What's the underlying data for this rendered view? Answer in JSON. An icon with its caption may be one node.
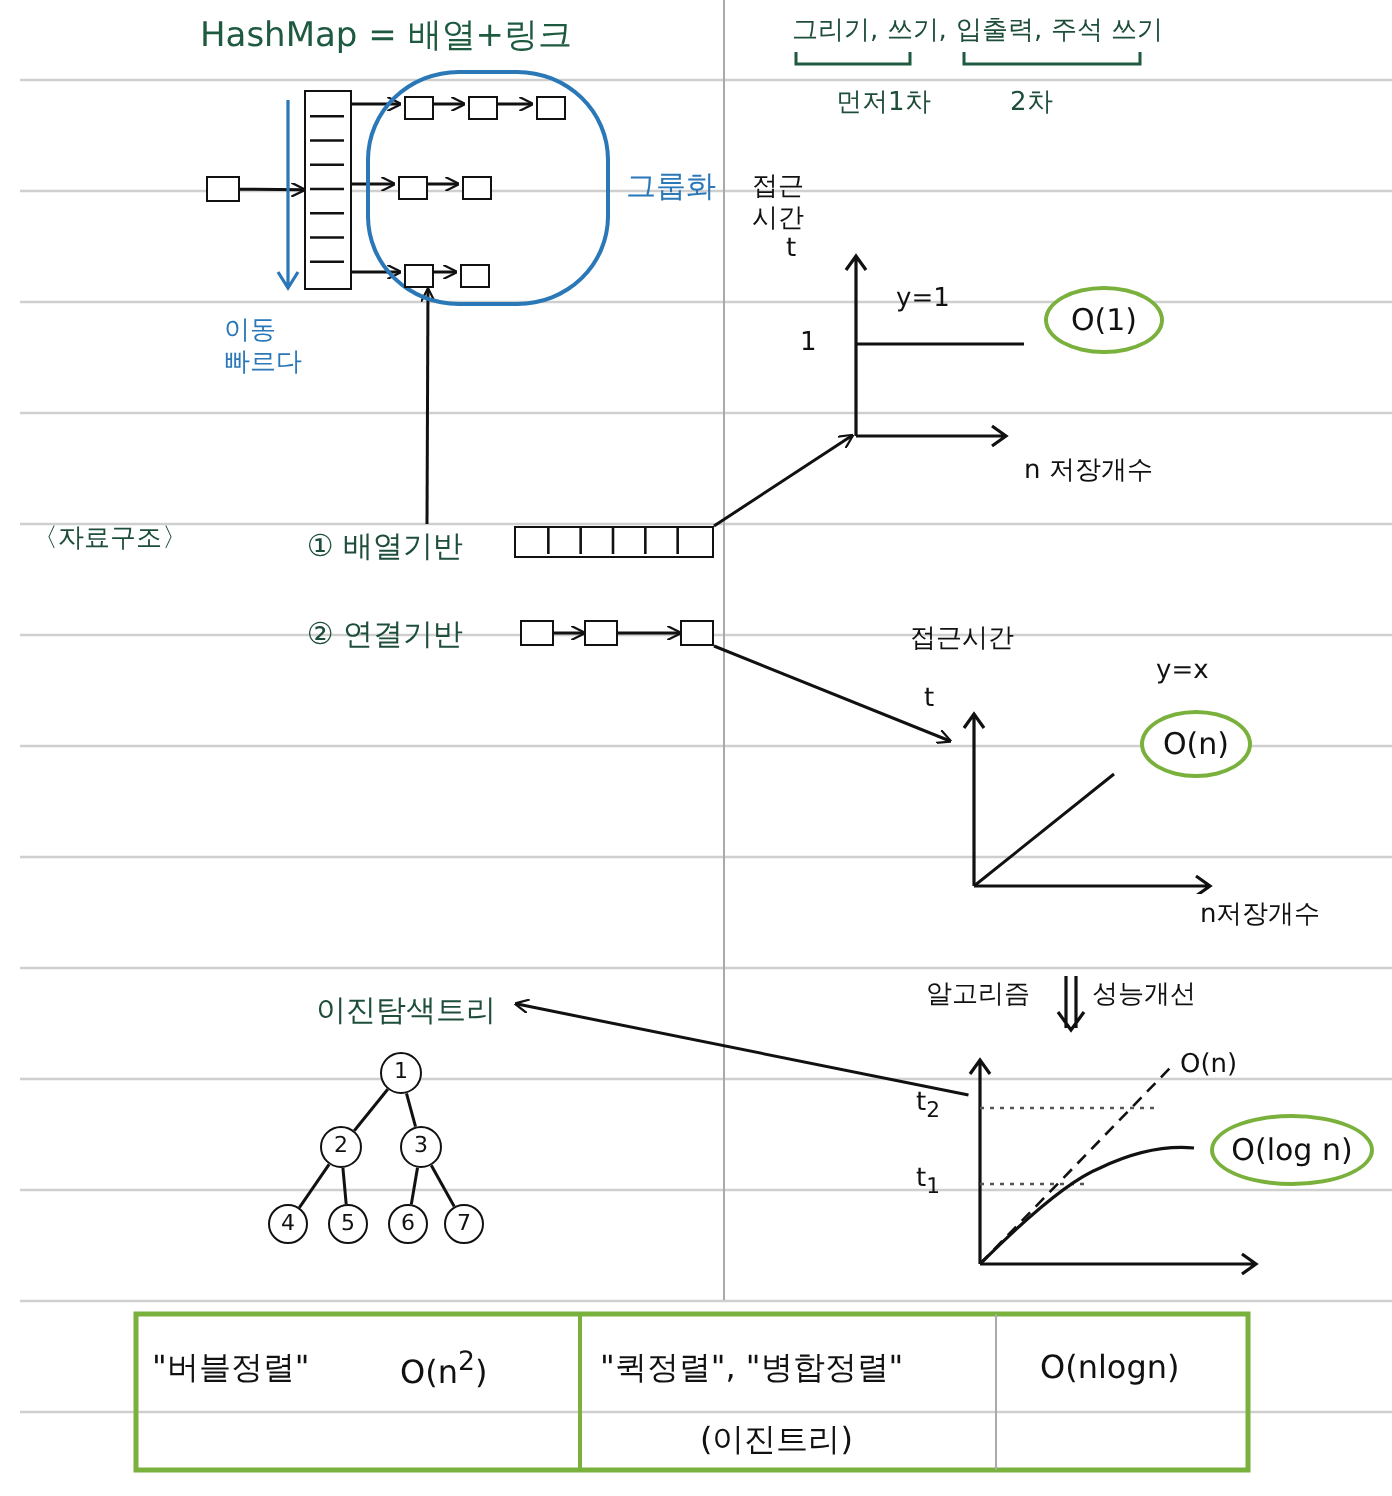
{
  "diagram": {
    "title": "HashMap = 배열+링크",
    "nodes": [
      {
        "text": [],
        "shape": "box"
      },
      {
        "text": [],
        "shape": "bar"
      },
      {
        "text": [
          "그룹화"
        ]
      },
      {
        "text": [],
        "shape": "box",
        "in": 2
      },
      {
        "text": [],
        "shape": "box",
        "in": 2
      },
      {
        "text": [],
        "shape": "box",
        "in": 2
      },
      {
        "text": [],
        "shape": "box",
        "in": 2
      },
      {
        "text": [],
        "shape": "box",
        "in": 2
      },
      {
        "text": [],
        "shape": "box",
        "in": 2
      },
      {
        "text": [],
        "shape": "box",
        "in": 2
      },
      {
        "text": [
          "① 배열기반"
        ]
      },
      {
        "text": [],
        "shape": "bar"
      },
      {
        "text": [
          "② 연결기반"
        ]
      },
      {
        "text": [],
        "shape": "box"
      },
      {
        "text": [],
        "shape": "box"
      },
      {
        "text": [],
        "shape": "box"
      },
      {
        "text": [],
        "shape": "picture"
      },
      {
        "text": [
          "O(1)"
        ],
        "in": 16
      },
      {
        "text": [],
        "shape": "picture"
      },
      {
        "text": [
          "O(n)"
        ],
        "in": 18
      },
      {
        "text": [],
        "shape": "picture"
      },
      {
        "text": [
          "O(log n)"
        ],
        "in": 20
      },
      {
        "text": [
          "이진탐색트리"
        ]
      },
      {
        "text": [
          "1"
        ]
      },
      {
        "text": [
          "2"
        ]
      },
      {
        "text": [
          "3"
        ]
      },
      {
        "text": [
          "4"
        ]
      },
      {
        "text": [
          "5"
        ]
      },
      {
        "text": [
          "6"
        ]
      },
      {
        "text": [
          "7"
        ]
      }
    ],
    "edges": [
      {
        "from": 0,
        "to": 1,
        "arrow": "to"
      },
      {
        "from": 1,
        "to": 3,
        "arrow": "to"
      },
      {
        "from": 3,
        "to": 4,
        "arrow": "to"
      },
      {
        "from": 4,
        "to": 5,
        "arrow": "to"
      },
      {
        "from": 1,
        "to": 6,
        "arrow": "to"
      },
      {
        "from": 6,
        "to": 7,
        "arrow": "to"
      },
      {
        "from": 1,
        "to": 8,
        "arrow": "to"
      },
      {
        "from": 8,
        "to": 9,
        "arrow": "to"
      },
      {
        "from": 10,
        "to": 2,
        "arrow": "to"
      },
      {
        "from": 11,
        "to": 16,
        "arrow": "to"
      },
      {
        "from": 13,
        "to": 14,
        "arrow": "to"
      },
      {
        "from": 14,
        "to": 15,
        "arrow": "to"
      },
      {
        "from": 15,
        "to": 18,
        "arrow": "to"
      },
      {
        "from": 20,
        "to": 22,
        "arrow": "to"
      },
      {
        "from": 23,
        "to": 24,
        "arrow": "none"
      },
      {
        "from": 23,
        "to": 25,
        "arrow": "none"
      },
      {
        "from": 24,
        "to": 26,
        "arrow": "none"
      },
      {
        "from": 24,
        "to": 27,
        "arrow": "none"
      },
      {
        "from": 25,
        "to": 28,
        "arrow": "none"
      },
      {
        "from": 25,
        "to": 29,
        "arrow": "none"
      }
    ],
    "labels": [
      "그리기, 쓰기,",
      "입출력, 주석 쓰기",
      "먼저1차",
      "2차",
      "이동 빠르다",
      "접근 시간",
      "t",
      "y=1",
      "1",
      "n 저장개수",
      "〈자료구조〉",
      "접근시간",
      "y=x",
      "t",
      "n저장개수",
      "알고리즘",
      "성능개선",
      "t$_{2}$",
      "O(n)",
      "t$_{1}$",
      "\"버블정렬\"",
      "O(n$^{2}$)",
      "\"퀵정렬\", \"병합정렬\"",
      "O(nlogn)",
      "(이진트리)"
    ]
  }
}
